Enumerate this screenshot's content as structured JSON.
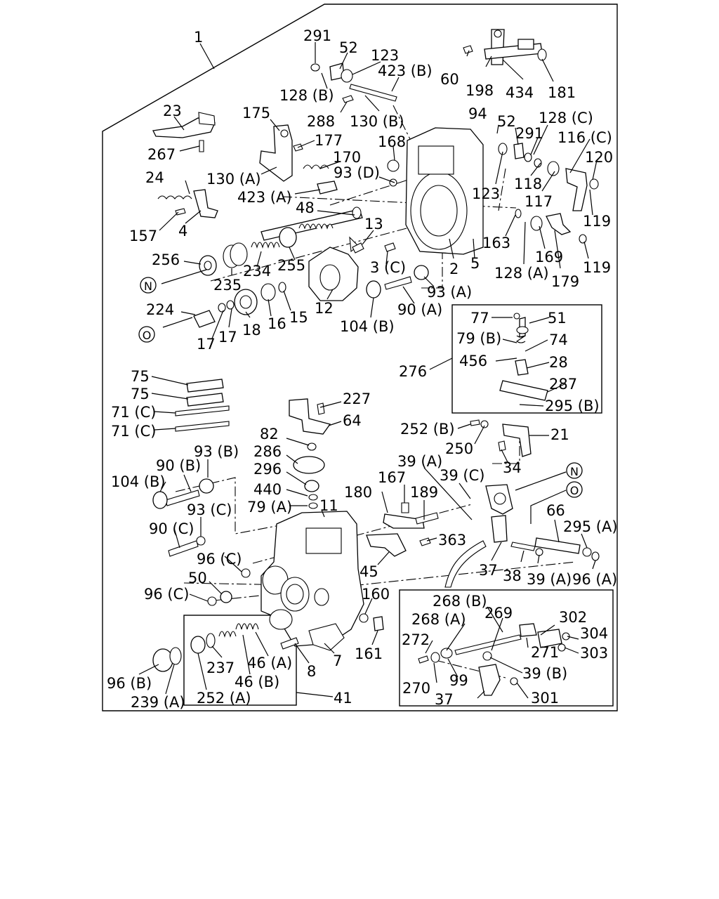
{
  "labels": [
    "1",
    "291",
    "52",
    "123",
    "423 (B)",
    "60",
    "198",
    "434",
    "181",
    "128 (B)",
    "288",
    "130 (B)",
    "94",
    "52",
    "128 (C)",
    "291",
    "116 (C)",
    "120",
    "23",
    "175",
    "177",
    "168",
    "170",
    "93 (D)",
    "123",
    "118",
    "117",
    "119",
    "267",
    "130 (A)",
    "24",
    "423 (A)",
    "48",
    "13",
    "163",
    "169",
    "119",
    "157",
    "4",
    "256",
    "235",
    "234",
    "255",
    "3 (C)",
    "2",
    "5",
    "128 (A)",
    "179",
    "224",
    "18",
    "16",
    "15",
    "12",
    "93 (A)",
    "90 (A)",
    "104 (B)",
    "17",
    "17",
    "77",
    "51",
    "79 (B)",
    "74",
    "456",
    "28",
    "276",
    "287",
    "295 (B)",
    "75",
    "75",
    "71 (C)",
    "71 (C)",
    "227",
    "64",
    "252 (B)",
    "21",
    "250",
    "34",
    "82",
    "286",
    "296",
    "440",
    "79 (A)",
    "11",
    "93 (B)",
    "90 (B)",
    "104 (B)",
    "93 (C)",
    "90 (C)",
    "96 (C)",
    "50",
    "96 (C)",
    "39 (A)",
    "167",
    "189",
    "180",
    "39 (C)",
    "363",
    "45",
    "66",
    "295 (A)",
    "37",
    "38",
    "39 (A)",
    "96 (A)",
    "160",
    "161",
    "7",
    "8",
    "237",
    "46 (A)",
    "46 (B)",
    "252 (A)",
    "41",
    "96 (B)",
    "239 (A)",
    "268 (B)",
    "302",
    "268 (A)",
    "269",
    "304",
    "272",
    "271",
    "303",
    "99",
    "270",
    "39 (B)",
    "37",
    "301"
  ],
  "callouts": [
    "N",
    "O",
    "N",
    "O"
  ]
}
